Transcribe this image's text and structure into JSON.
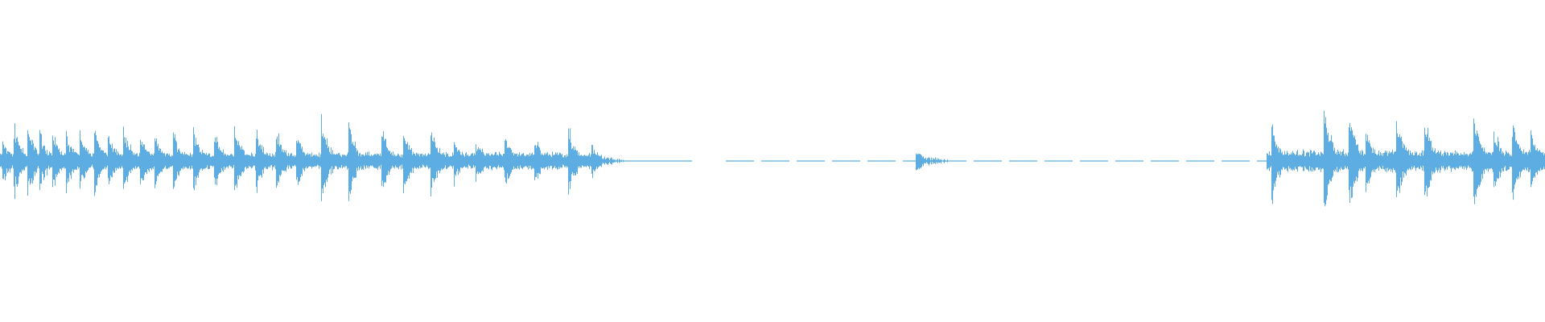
{
  "waveform": {
    "color": "#5DADE2",
    "background": "#ffffff",
    "segments": [
      {
        "start": 0.0,
        "end": 0.385,
        "type": "transients",
        "level": 0.4
      },
      {
        "start": 0.385,
        "end": 0.448,
        "type": "noise",
        "level": 0.015
      },
      {
        "start": 0.47,
        "end": 0.82,
        "type": "dashed-noise",
        "level": 0.015
      },
      {
        "start": 0.82,
        "end": 1.0,
        "type": "transients",
        "level": 0.5
      }
    ],
    "transients": [
      {
        "t": 0.002,
        "amp": 0.16
      },
      {
        "t": 0.009,
        "amp": 0.24
      },
      {
        "t": 0.018,
        "amp": 0.24
      },
      {
        "t": 0.026,
        "amp": 0.2
      },
      {
        "t": 0.034,
        "amp": 0.18
      },
      {
        "t": 0.043,
        "amp": 0.2
      },
      {
        "t": 0.052,
        "amp": 0.18
      },
      {
        "t": 0.061,
        "amp": 0.2
      },
      {
        "t": 0.07,
        "amp": 0.18
      },
      {
        "t": 0.08,
        "amp": 0.22
      },
      {
        "t": 0.091,
        "amp": 0.2
      },
      {
        "t": 0.1,
        "amp": 0.18
      },
      {
        "t": 0.112,
        "amp": 0.22
      },
      {
        "t": 0.125,
        "amp": 0.22
      },
      {
        "t": 0.139,
        "amp": 0.2
      },
      {
        "t": 0.152,
        "amp": 0.24
      },
      {
        "t": 0.166,
        "amp": 0.22
      },
      {
        "t": 0.179,
        "amp": 0.2
      },
      {
        "t": 0.192,
        "amp": 0.2
      },
      {
        "t": 0.208,
        "amp": 0.3
      },
      {
        "t": 0.226,
        "amp": 0.3
      },
      {
        "t": 0.247,
        "amp": 0.24
      },
      {
        "t": 0.261,
        "amp": 0.22
      },
      {
        "t": 0.279,
        "amp": 0.24
      },
      {
        "t": 0.294,
        "amp": 0.14
      },
      {
        "t": 0.308,
        "amp": 0.14
      },
      {
        "t": 0.327,
        "amp": 0.18
      },
      {
        "t": 0.346,
        "amp": 0.14
      },
      {
        "t": 0.368,
        "amp": 0.24
      },
      {
        "t": 0.383,
        "amp": 0.1
      },
      {
        "t": 0.593,
        "amp": 0.06
      },
      {
        "t": 0.823,
        "amp": 0.3
      },
      {
        "t": 0.857,
        "amp": 0.44
      },
      {
        "t": 0.873,
        "amp": 0.4
      },
      {
        "t": 0.884,
        "amp": 0.22
      },
      {
        "t": 0.904,
        "amp": 0.34
      },
      {
        "t": 0.922,
        "amp": 0.34
      },
      {
        "t": 0.954,
        "amp": 0.38
      },
      {
        "t": 0.967,
        "amp": 0.24
      },
      {
        "t": 0.979,
        "amp": 0.3
      },
      {
        "t": 0.991,
        "amp": 0.22
      }
    ]
  }
}
